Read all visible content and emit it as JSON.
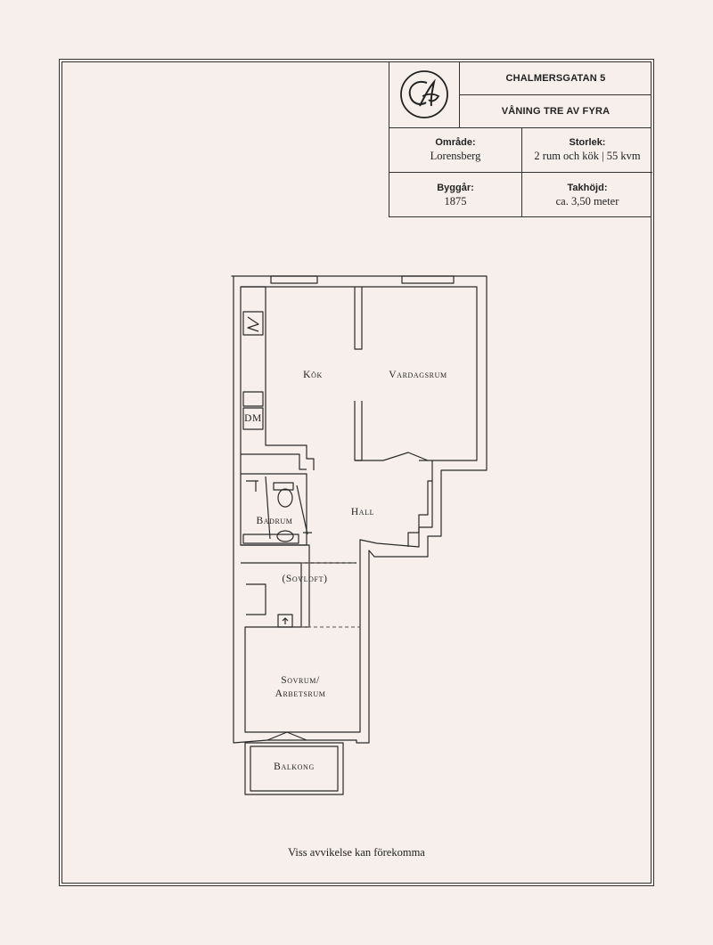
{
  "title_block": {
    "logo_icon": "ca-monogram-icon",
    "address": "CHALMERSGATAN 5",
    "floor": "VÅNING TRE AV FYRA",
    "area_label": "Område:",
    "area_value": "Lorensberg",
    "size_label": "Storlek:",
    "size_value": "2 rum och kök | 55 kvm",
    "year_label": "Byggår:",
    "year_value": "1875",
    "ceiling_label": "Takhöjd:",
    "ceiling_value": "ca. 3,50 meter"
  },
  "rooms": {
    "kok": "Kök",
    "vardagsrum": "Vardagsrum",
    "dm": "DM",
    "badrum": "Badrum",
    "hall": "Hall",
    "sovloft": "(Sovloft)",
    "sovrum_line1": "Sovrum/",
    "sovrum_line2": "Arbetsrum",
    "balkong": "Balkong"
  },
  "footnote": "Viss avvikelse kan förekomma",
  "colors": {
    "background": "#f6efec",
    "ink": "#222222"
  }
}
